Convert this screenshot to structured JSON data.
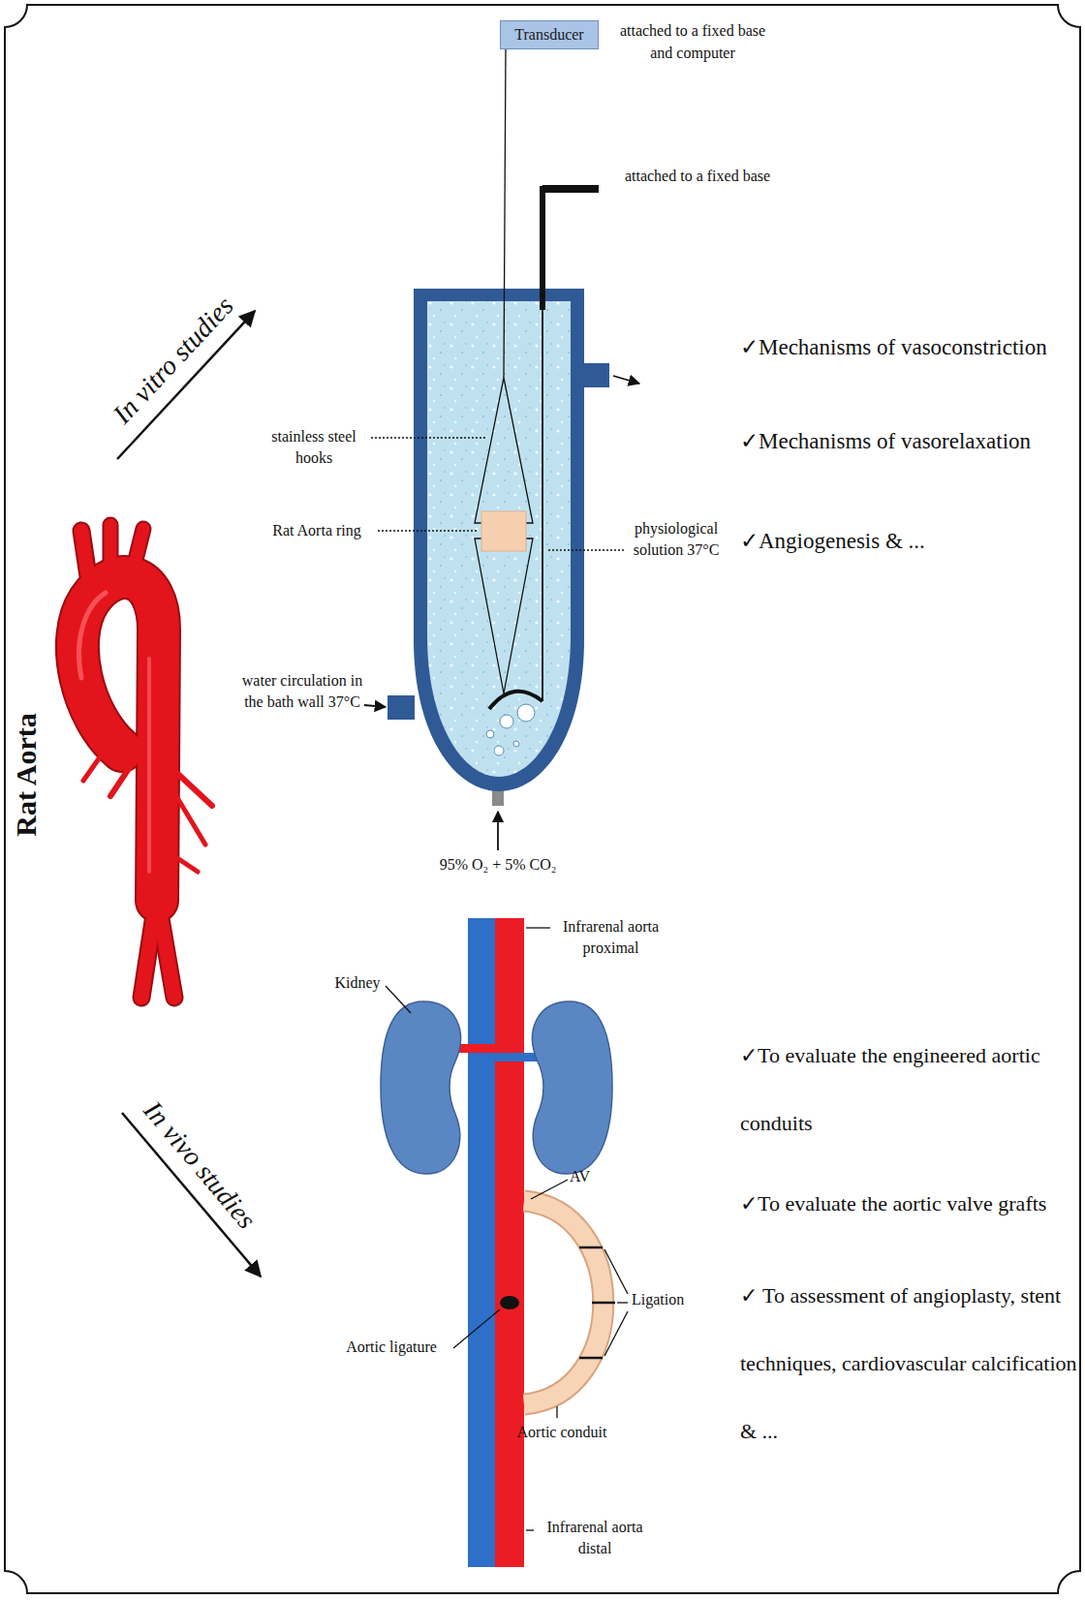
{
  "diagram": {
    "nodes": [
      {
        "text": [
          "Transducer"
        ]
      }
    ],
    "labels": [
      "attached to a fixed base and computer",
      "attached to a fixed base",
      "In vitro studies",
      "✓Mechanisms of vasoconstriction",
      "stainless steel hooks",
      "✓Mechanisms of vasorelaxation",
      "Rat Aorta ring",
      "physiological solution 37°C",
      "✓Angiogenesis & ...",
      "Rat Aorta",
      "water circulation in the bath wall 37°C",
      "95% O₂ + 5% CO₂",
      "Infrarenal aorta proximal",
      "Kidney",
      "✓To evaluate the engineered aortic conduits",
      "In vivo studies",
      "AV",
      "✓To evaluate the aortic valve grafts",
      "Ligation",
      "Aortic ligature",
      "✓ To assessment of angioplasty, stent techniques, cardiovascular calcification & ...",
      "Aortic conduit",
      "Infrarenal aorta distal"
    ]
  }
}
